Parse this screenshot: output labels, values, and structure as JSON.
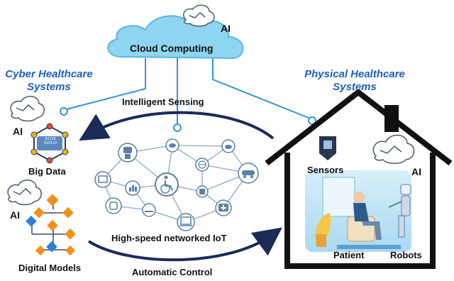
{
  "cloud": {
    "label": "Cloud Computing",
    "ai_label": "AI"
  },
  "left_panel": {
    "title_line1": "Cyber Healthcare",
    "title_line2": "Systems",
    "ai_top": "AI",
    "big_data": "Big Data",
    "big_data_bits": "01110\n010110",
    "ai_bottom": "AI",
    "digital_models": "Digital Models"
  },
  "right_panel": {
    "title_line1": "Physical Healthcare",
    "title_line2": "Systems",
    "sensors": "Sensors",
    "ai_label": "AI",
    "patient": "Patient",
    "robots": "Robots"
  },
  "center": {
    "top_arrow_label": "Intelligent Sensing",
    "network_label": "High-speed networked IoT",
    "bottom_arrow_label": "Automatic Control"
  },
  "colors": {
    "cloud": "#8fd4f0",
    "cloud_stroke": "#5bb6dc",
    "connector": "#2f95d6",
    "arrow": "#1a2b56",
    "title_blue": "#1f5fbf",
    "house": "#111111",
    "network_line": "#8aa8c8",
    "node_fill": "#ffffff",
    "node_stroke": "#5b7fa6",
    "cube": "#f0901a",
    "cube_blue": "#2f7fd6"
  }
}
